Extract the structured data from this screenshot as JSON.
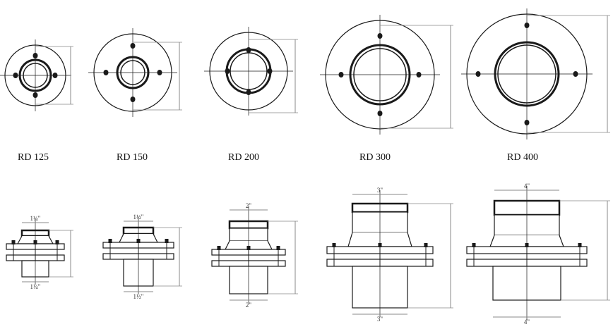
{
  "models": [
    {
      "name": "RD 125",
      "inlet_size": "1¼\"",
      "outlet_size": "1¼\""
    },
    {
      "name": "RD 150",
      "inlet_size": "1½\"",
      "outlet_size": "1½\""
    },
    {
      "name": "RD 200",
      "inlet_size": "2\"",
      "outlet_size": "2\""
    },
    {
      "name": "RD 300",
      "inlet_size": "3\"",
      "outlet_size": "3\""
    },
    {
      "name": "RD 400",
      "inlet_size": "4\"",
      "outlet_size": "4\""
    }
  ],
  "colors": {
    "line": "#1a1a1a",
    "dimension": "#888888",
    "background": "#ffffff"
  }
}
